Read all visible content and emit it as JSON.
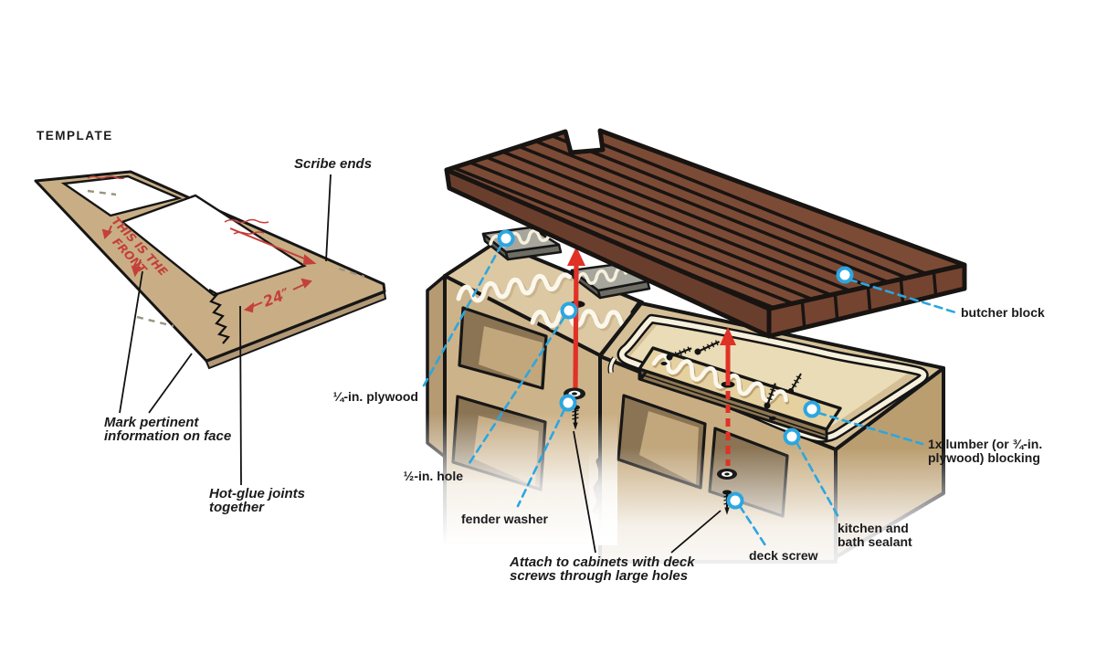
{
  "template": {
    "title": "TEMPLATE",
    "scribe_ends": "Scribe ends",
    "mark_pertinent": "Mark pertinent\ninformation on face",
    "hot_glue": "Hot-glue joints\ntogether",
    "marker_front_line1": "THIS IS THE",
    "marker_front_line2": "FRONT",
    "marker_width": "24″"
  },
  "installation": {
    "quarter_plywood": "¼-in. plywood",
    "half_hole": "½-in. hole",
    "fender_washer": "fender washer",
    "attach_note": "Attach to cabinets with deck\nscrews through large holes",
    "deck_screw": "deck screw",
    "kitchen_sealant": "kitchen and\nbath sealant",
    "lumber_blocking": "1x lumber (or ¾-in.\nplywood) blocking",
    "butcher_block": "butcher block"
  },
  "colors": {
    "callout_blue": "#2CA6E0",
    "arrow_red": "#E03127",
    "marker_red": "#C4403A",
    "cardboard_tan": "#C9AE85",
    "cabinet_tan": "#D9C49E",
    "butcher_brown": "#7C4B36",
    "glue_white": "#F6F0DD"
  }
}
